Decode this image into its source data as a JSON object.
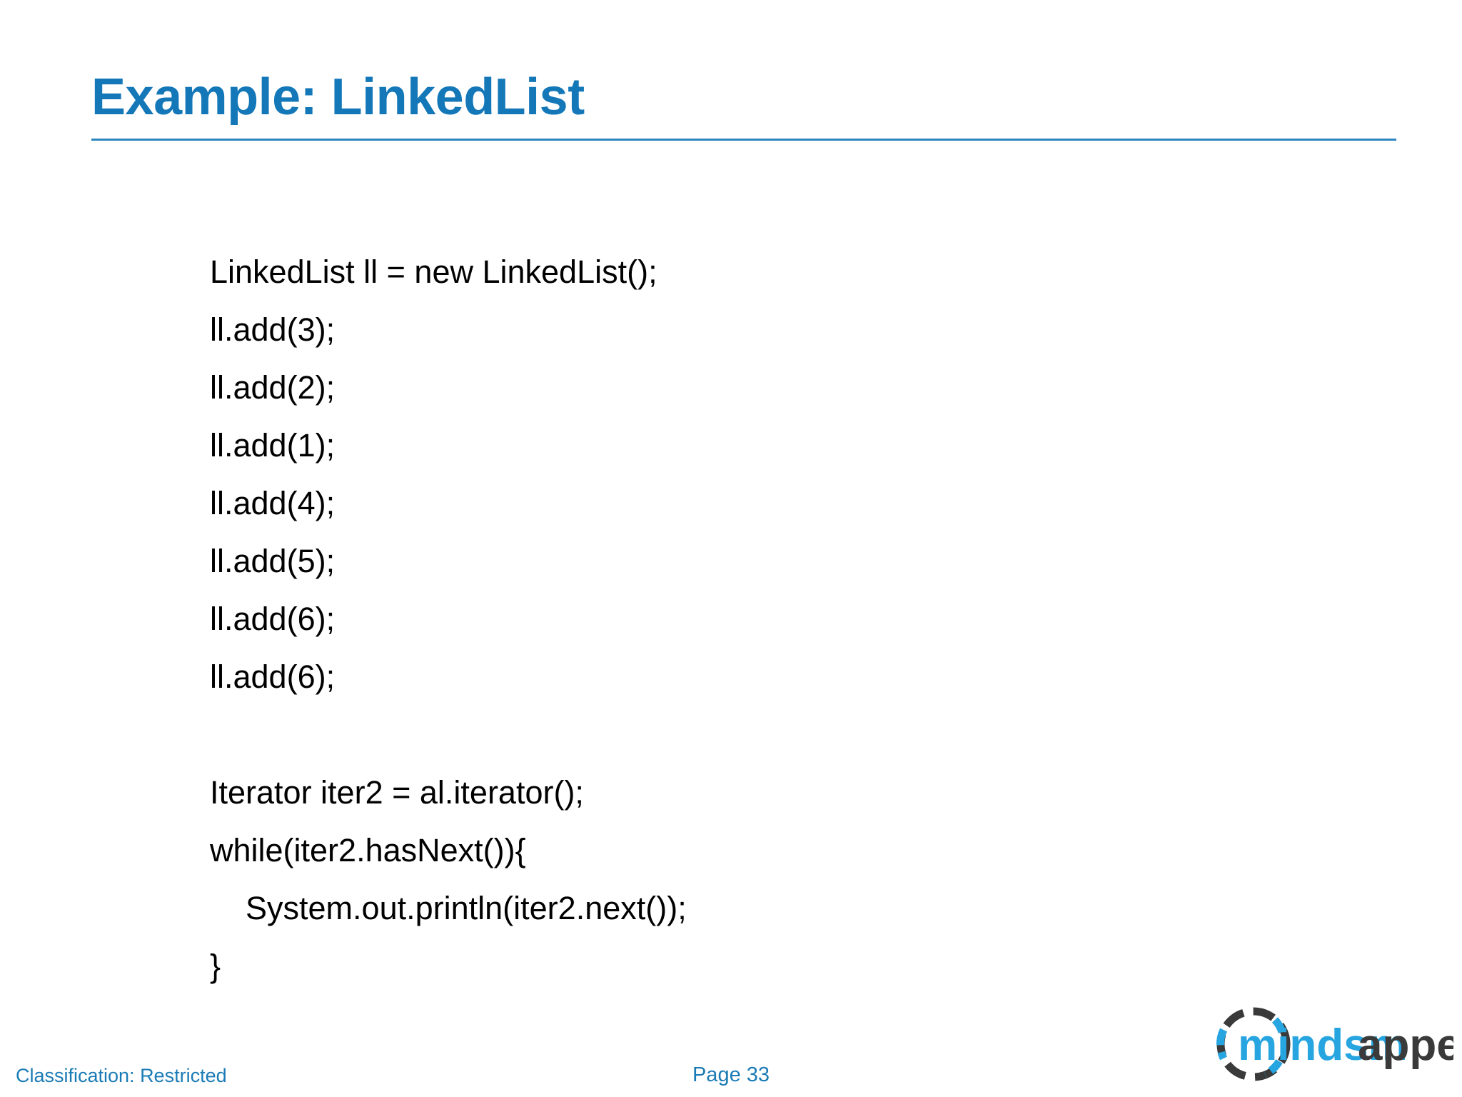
{
  "slide": {
    "title": "Example: LinkedList",
    "accent_color": "#1377B8",
    "rule_color": "#2E86C1",
    "body_color": "#000000",
    "background": "#ffffff"
  },
  "code": {
    "lines": [
      "LinkedList ll = new LinkedList();",
      "ll.add(3);",
      "ll.add(2);",
      "ll.add(1);",
      "ll.add(4);",
      "ll.add(5);",
      "ll.add(6);",
      "ll.add(6);",
      "",
      "Iterator iter2 = al.iterator();",
      "while(iter2.hasNext()){",
      "    System.out.println(iter2.next());",
      "}"
    ]
  },
  "footer": {
    "classification": "Classification: Restricted",
    "page": "Page 33",
    "text_color": "#1B7BB5"
  },
  "logo": {
    "name": "mindsmapped",
    "text_part_blue": "mindsm",
    "text_part_dark": "apped",
    "blue": "#27A5E0",
    "dark": "#3A3A3A"
  }
}
